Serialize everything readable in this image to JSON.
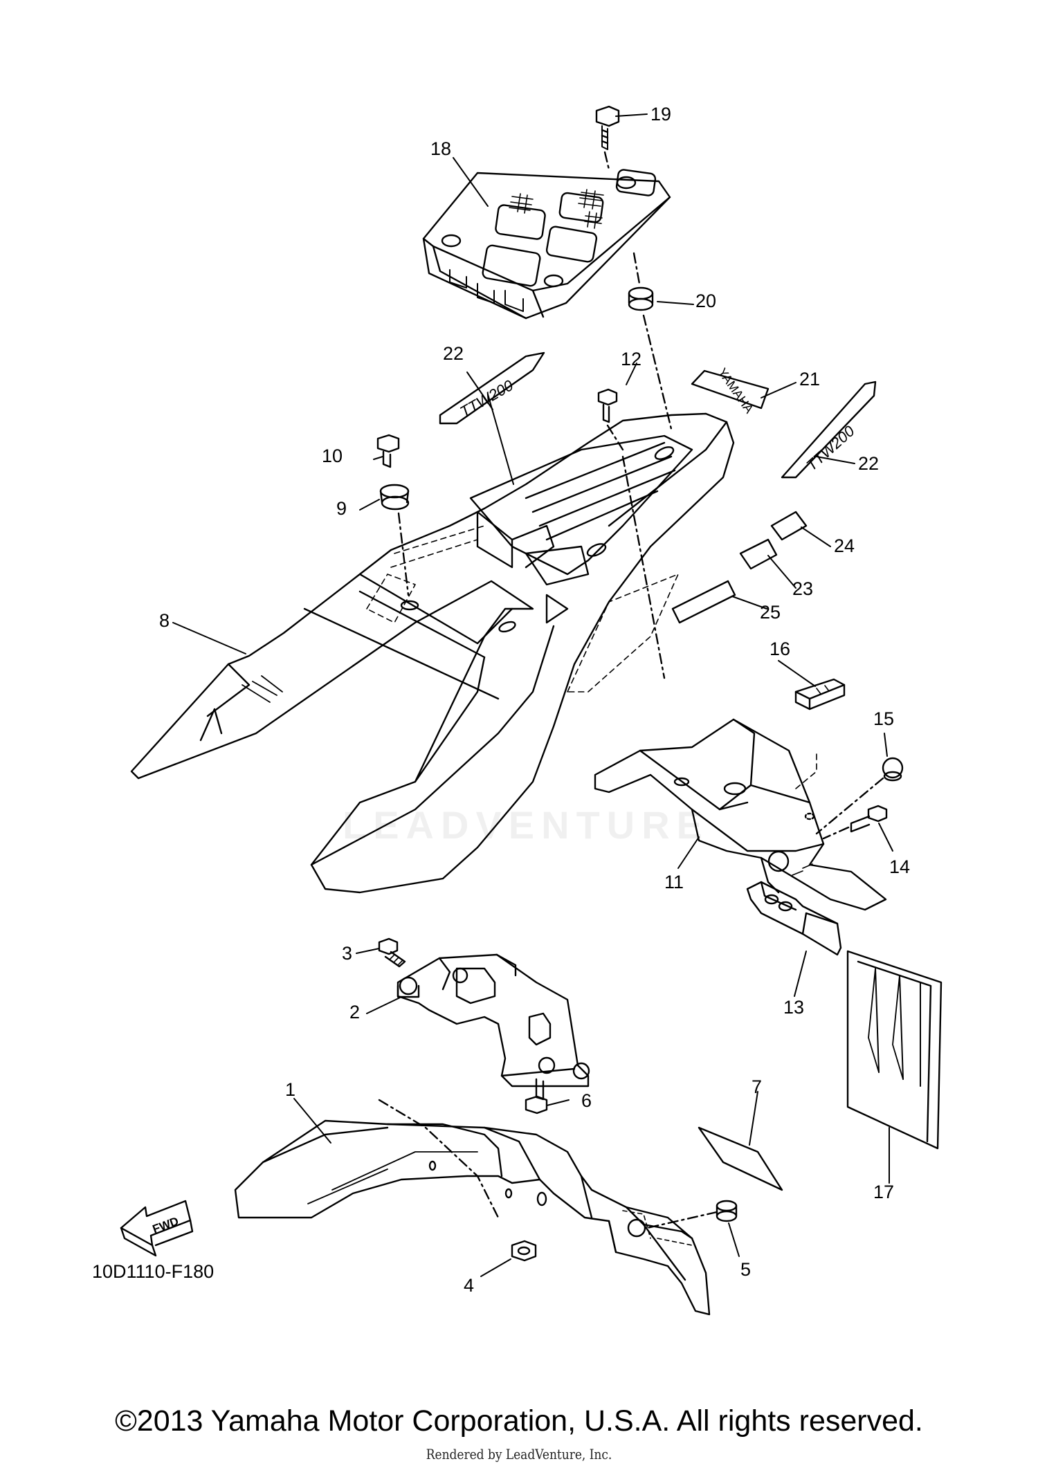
{
  "callouts": [
    {
      "id": "1",
      "label": "1"
    },
    {
      "id": "2",
      "label": "2"
    },
    {
      "id": "3",
      "label": "3"
    },
    {
      "id": "4",
      "label": "4"
    },
    {
      "id": "5",
      "label": "5"
    },
    {
      "id": "6",
      "label": "6"
    },
    {
      "id": "7",
      "label": "7"
    },
    {
      "id": "8",
      "label": "8"
    },
    {
      "id": "9",
      "label": "9"
    },
    {
      "id": "10",
      "label": "10"
    },
    {
      "id": "11",
      "label": "11"
    },
    {
      "id": "12",
      "label": "12"
    },
    {
      "id": "13",
      "label": "13"
    },
    {
      "id": "14",
      "label": "14"
    },
    {
      "id": "15",
      "label": "15"
    },
    {
      "id": "16",
      "label": "16"
    },
    {
      "id": "17",
      "label": "17"
    },
    {
      "id": "18",
      "label": "18"
    },
    {
      "id": "19",
      "label": "19"
    },
    {
      "id": "20",
      "label": "20"
    },
    {
      "id": "21",
      "label": "21"
    },
    {
      "id": "22a",
      "label": "22"
    },
    {
      "id": "22b",
      "label": "22"
    },
    {
      "id": "23",
      "label": "23"
    },
    {
      "id": "24",
      "label": "24"
    },
    {
      "id": "25",
      "label": "25"
    }
  ],
  "fwd_label": "FWD",
  "part_code": "10D1110-F180",
  "decal_brand": "YAMAHA",
  "decal_model": "TTW200",
  "watermark": "LEADVENTURE",
  "copyright": "©2013 Yamaha Motor Corporation, U.S.A. All rights reserved.",
  "rendered_by": "Rendered by LeadVenture, Inc."
}
